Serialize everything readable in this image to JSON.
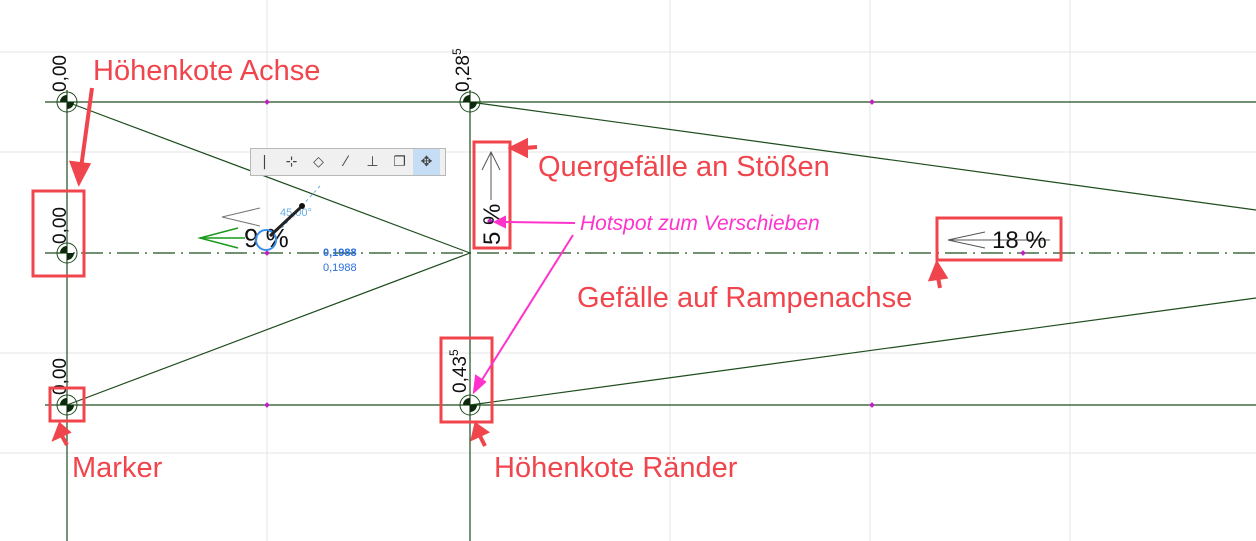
{
  "elevations": {
    "axis_top": "0,00",
    "axis_mid": "0,00",
    "axis_bottom": "0,00",
    "edge_top": "0,28",
    "edge_top_sup": "5",
    "edge_bottom": "0,43",
    "edge_bottom_sup": "5"
  },
  "slopes": {
    "axis_left": "9 %",
    "axis_right": "18 %",
    "cross": "5 %"
  },
  "angle_readout": "45,00°",
  "dimension_readouts": [
    "0,1988",
    "0,1988"
  ],
  "toolbar": {
    "icons": [
      "separator-icon",
      "move-node-icon",
      "rotate-icon",
      "slope-icon",
      "elevate-icon",
      "duplicate-icon",
      "drag-icon"
    ]
  },
  "annotations": {
    "hoehenkote_achse": "Höhenkote Achse",
    "quergefaelle": "Quergefälle an Stößen",
    "hotspot": "Hotspot zum Verschieben",
    "gefaelle": "Gefälle auf Rampenachse",
    "marker": "Marker",
    "hoehenkote_raender": "Höhenkote Ränder"
  },
  "colors": {
    "annotation": "#f0454c",
    "hotspot": "#ff33cc",
    "line": "#1e4d1e",
    "readout": "#2a6fe0"
  }
}
